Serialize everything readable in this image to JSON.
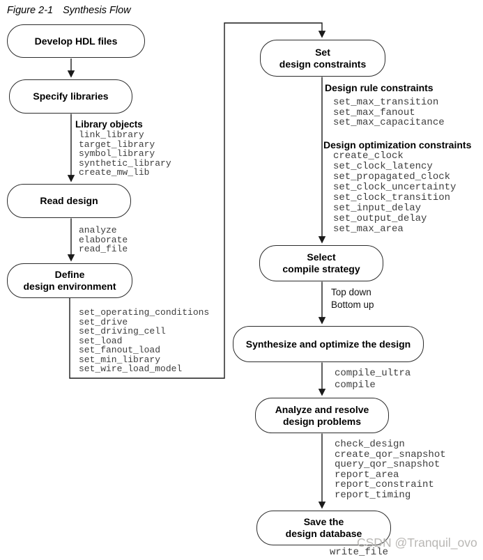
{
  "figure": {
    "label": "Figure 2-1",
    "title": "Synthesis Flow"
  },
  "colors": {
    "background": "#ffffff",
    "line": "#1a1a1a",
    "node_border": "#2b2b2b",
    "node_text": "#000000",
    "command_text": "#3d3d3d",
    "watermark_text": "#b9b7b4"
  },
  "nodes": {
    "develop_hdl": {
      "label": "Develop HDL files"
    },
    "specify_libraries": {
      "label": "Specify libraries"
    },
    "read_design": {
      "label": "Read design"
    },
    "define_environment": {
      "label": [
        "Define",
        "design environment"
      ]
    },
    "set_constraints": {
      "label": [
        "Set",
        "design constraints"
      ]
    },
    "select_strategy": {
      "label": [
        "Select",
        "compile strategy"
      ]
    },
    "synthesize": {
      "label": "Synthesize and optimize the design"
    },
    "analyze_resolve": {
      "label": [
        "Analyze and resolve",
        "design problems"
      ]
    },
    "save_database": {
      "label": [
        "Save the",
        "design database"
      ]
    }
  },
  "annotations": {
    "library_objects": {
      "heading": "Library objects",
      "commands": [
        "link_library",
        "target_library",
        "symbol_library",
        "synthetic_library",
        "create_mw_lib"
      ]
    },
    "read_commands": {
      "commands": [
        "analyze",
        "elaborate",
        "read_file"
      ]
    },
    "environment_commands": {
      "commands": [
        "set_operating_conditions",
        "set_drive",
        "set_driving_cell",
        "set_load",
        "set_fanout_load",
        "set_min_library",
        "set_wire_load_model"
      ]
    },
    "design_rule_constraints": {
      "heading": "Design rule constraints",
      "commands": [
        "set_max_transition",
        "set_max_fanout",
        "set_max_capacitance"
      ]
    },
    "design_optimization_constraints": {
      "heading": "Design optimization constraints",
      "commands": [
        "create_clock",
        "set_clock_latency",
        "set_propagated_clock",
        "set_clock_uncertainty",
        "set_clock_transition",
        "set_input_delay",
        "set_output_delay",
        "set_max_area"
      ]
    },
    "compile_strategies": {
      "options": [
        "Top down",
        "Bottom up"
      ]
    },
    "compile_commands": {
      "commands": [
        "compile_ultra",
        "compile"
      ]
    },
    "analysis_commands": {
      "commands": [
        "check_design",
        "create_qor_snapshot",
        "query_qor_snapshot",
        "report_area",
        "report_constraint",
        "report_timing"
      ]
    },
    "save_commands": {
      "commands": [
        "write_file"
      ]
    }
  },
  "watermark": "CSDN @Tranquil_ovo"
}
